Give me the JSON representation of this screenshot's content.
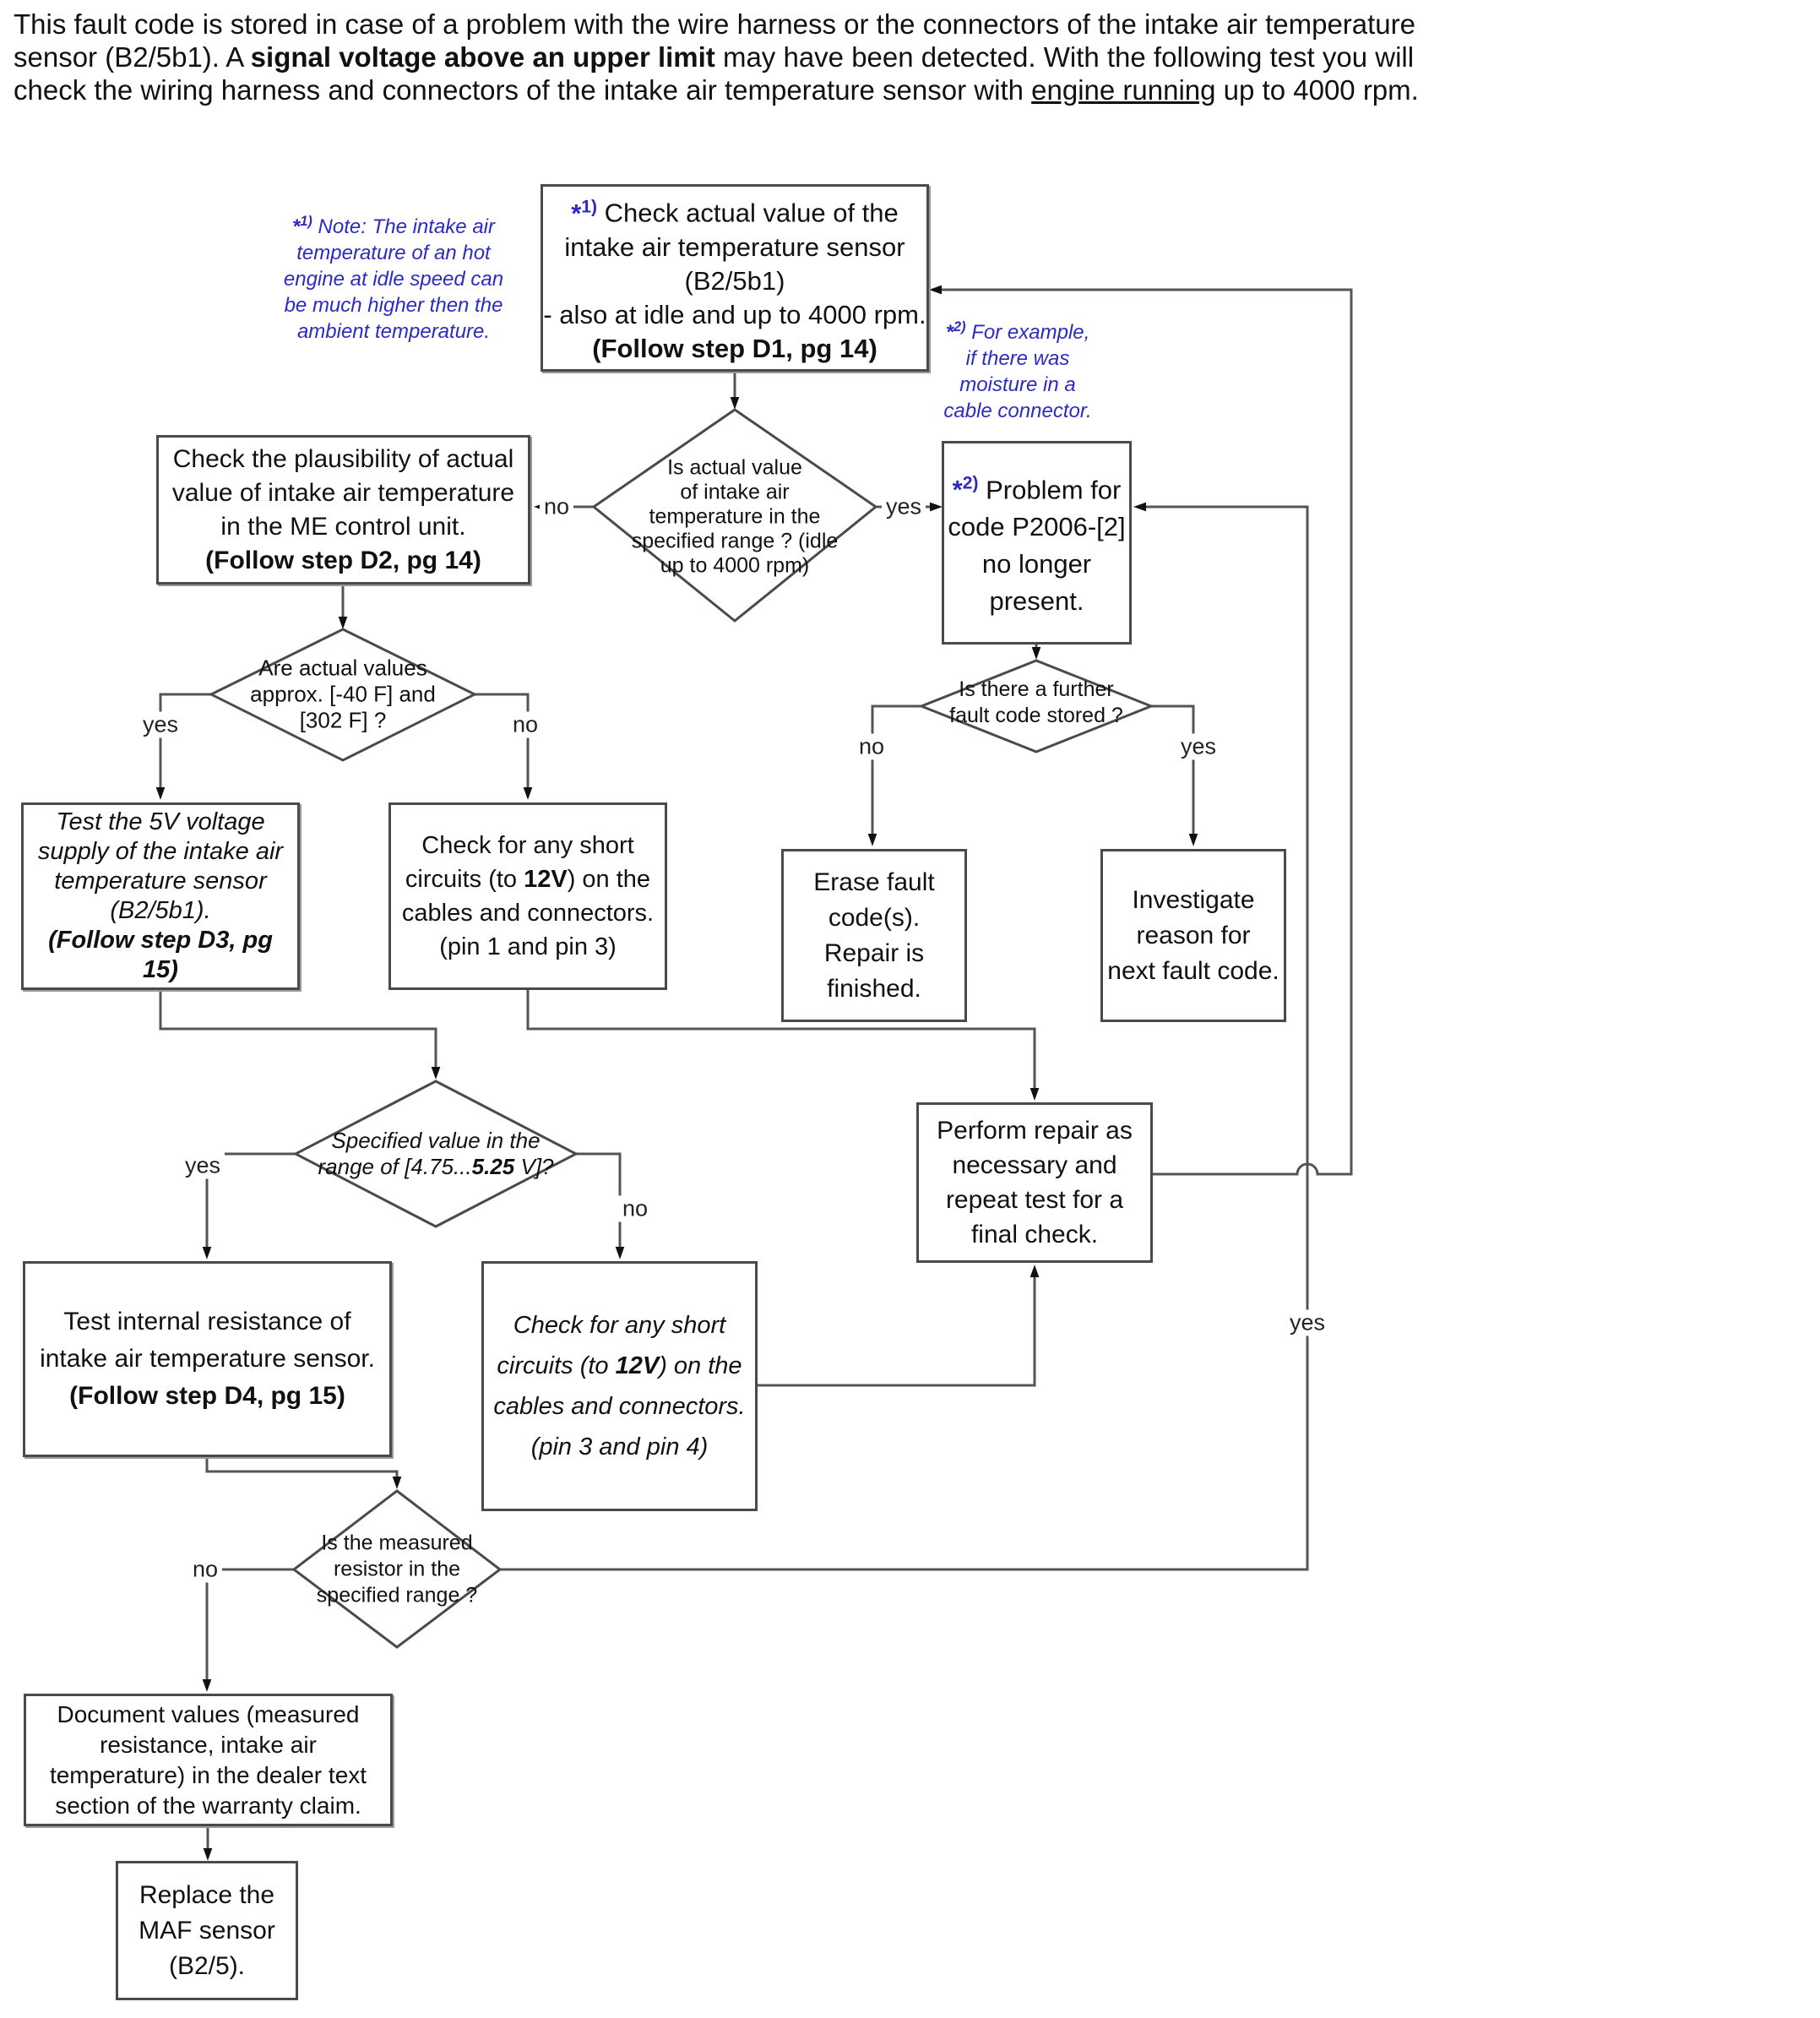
{
  "intro": {
    "line1": "This fault code is stored in case of a problem with the wire harness or the connectors of the intake air temperature",
    "line2_pre": "sensor (B2/5b1). A ",
    "line2_bold": "signal voltage above an upper limit",
    "line2_post": " may have been detected. With the following test you will",
    "line3_pre": "check the wiring harness and connectors of the intake air temperature sensor with ",
    "line3_underline": "engine running",
    "line3_post": " up to 4000 rpm."
  },
  "notes": {
    "note1": {
      "star": "*",
      "num": "1)",
      "lines": [
        "Note: The intake air",
        "temperature of an hot",
        "engine at idle speed can",
        "be much higher then the",
        "ambient temperature."
      ]
    },
    "note2": {
      "star": "*",
      "num": "2)",
      "lines": [
        "For example,",
        "if there was",
        "moisture in a",
        "cable connector."
      ]
    }
  },
  "boxes": {
    "b1": {
      "star": "*",
      "num": "1)",
      "line1": "Check actual value of the",
      "line2": "intake air temperature sensor",
      "line3": "(B2/5b1)",
      "line4": "- also at idle and up to 4000 rpm.",
      "line5": "(Follow step D1, pg 14)"
    },
    "b2": {
      "line1": "Check the plausibility of actual",
      "line2": "value of intake air temperature",
      "line3": "in the ME control unit.",
      "line4": "(Follow step D2, pg 14)"
    },
    "b3": {
      "star": "*",
      "num": "2)",
      "line1": "Problem for",
      "line2": "code P2006-[2]",
      "line3": "no longer",
      "line4": "present."
    },
    "b4": {
      "line1": "Test the 5V voltage",
      "line2": "supply of the intake air",
      "line3": "temperature sensor",
      "line4": "(B2/5b1).",
      "line5": "(Follow step D3, pg",
      "line6": "15)"
    },
    "b5": {
      "line1": "Check for any short",
      "line2_pre": "circuits (to ",
      "line2_bold": "12V",
      "line2_post": ") on the",
      "line3": "cables and connectors.",
      "line4": "(pin 1 and pin 3)"
    },
    "b6": {
      "line1": "Erase fault",
      "line2": "code(s).",
      "line3": "Repair is",
      "line4": "finished."
    },
    "b7": {
      "line1": "Investigate",
      "line2": "reason for",
      "line3": "next fault code."
    },
    "b8": {
      "line1": "Test internal resistance of",
      "line2": "intake air temperature sensor.",
      "line3": "(Follow step D4, pg 15)"
    },
    "b9": {
      "line1": "Check for any short",
      "line2_pre": "circuits (to ",
      "line2_bold": "12V",
      "line2_post": ") on the",
      "line3": "cables and connectors.",
      "line4": "(pin 3 and pin 4)"
    },
    "b10": {
      "line1": "Perform repair as",
      "line2": "necessary and",
      "line3": "repeat test  for a",
      "line4": "final check."
    },
    "b11": {
      "line1": "Document values (measured",
      "line2": "resistance, intake air",
      "line3": "temperature) in the dealer text",
      "line4": "section of the warranty claim."
    },
    "b12": {
      "line1": "Replace the",
      "line2": "MAF sensor",
      "line3": "(B2/5)."
    }
  },
  "diamonds": {
    "d1": {
      "line1": "Is actual value",
      "line2": "of intake air",
      "line3": "temperature in the",
      "line4": "specified range ? (idle",
      "line5": "up to 4000 rpm)"
    },
    "d2": {
      "line1": "Are actual values",
      "line2": "approx. [-40 F] and",
      "line3": "[302 F] ?"
    },
    "d3": {
      "line1": "Is there a further",
      "line2": "fault code stored ?"
    },
    "d4": {
      "line1": "Specified value in the",
      "line2_pre": "range of [4.75...",
      "line2_bold": "5.25",
      "line2_post": " V]?"
    },
    "d5": {
      "line1": "Is the measured",
      "line2": "resistor in the",
      "line3": "specified range ?"
    }
  },
  "labels": {
    "yes": "yes",
    "no": "no"
  },
  "colors": {
    "note_blue": "#2b2bc4",
    "line_gray": "#555555",
    "border_gray": "#4a4a4a",
    "arrow_black": "#111111"
  }
}
